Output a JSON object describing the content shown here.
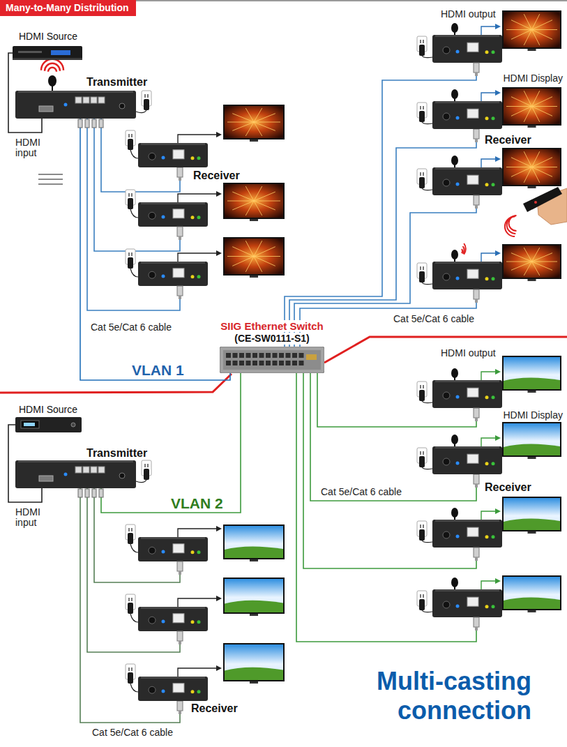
{
  "diagram": {
    "title": "Many-to-Many Distribution",
    "nodes": [
      {
        "text": [
          "HDMI Source"
        ]
      },
      {
        "text": [
          "Transmitter"
        ]
      },
      {
        "text": [
          "Receiver"
        ]
      },
      {
        "text": [
          "SIIG Ethernet Switch",
          "(CE-SW0111-S1)"
        ]
      },
      {
        "text": [
          "Receiver"
        ]
      },
      {
        "text": [
          "Receiver"
        ]
      },
      {
        "text": [
          "HDMI Source"
        ]
      },
      {
        "text": [
          "Transmitter"
        ]
      },
      {
        "text": [
          "Receiver"
        ]
      }
    ],
    "edges": [
      {
        "from": 0,
        "to": 1,
        "arrow": "none",
        "label": "HDMI input"
      },
      {
        "from": 1,
        "to": 2,
        "arrow": "none"
      },
      {
        "from": 1,
        "to": 3,
        "arrow": "none",
        "label": "VLAN 1"
      },
      {
        "from": 3,
        "to": 4,
        "arrow": "none"
      },
      {
        "from": 3,
        "to": 5,
        "arrow": "none"
      },
      {
        "from": 6,
        "to": 7,
        "arrow": "none",
        "label": "HDMI input"
      },
      {
        "from": 7,
        "to": 3,
        "arrow": "none",
        "label": "VLAN 2"
      },
      {
        "from": 7,
        "to": 8,
        "arrow": "none"
      }
    ],
    "labels": [
      "HDMI output",
      "HDMI Display",
      "Cat 5e/Cat 6 cable",
      "Cat 5e/Cat 6 cable",
      "HDMI output",
      "HDMI Display",
      "Cat 5e/Cat 6 cable",
      "Cat 5e/Cat 6 cable",
      "Multi-casting connection"
    ]
  }
}
